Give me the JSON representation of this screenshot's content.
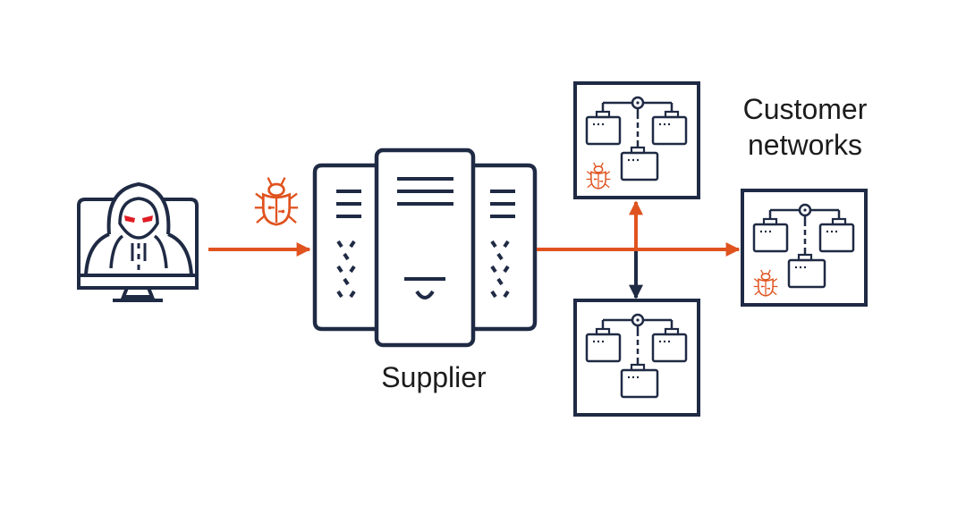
{
  "labels": {
    "supplier": "Supplier",
    "customer_networks_line1": "Customer",
    "customer_networks_line2": "networks"
  },
  "colors": {
    "navy": "#1f2a44",
    "orange": "#e0531f",
    "eyes": "#e01d25",
    "background": "#ffffff"
  },
  "icons": {
    "attacker": "hooded-hacker-monitor-icon",
    "malware": "bug-icon",
    "supplier": "server-rack-icon",
    "network": "network-topology-icon"
  }
}
